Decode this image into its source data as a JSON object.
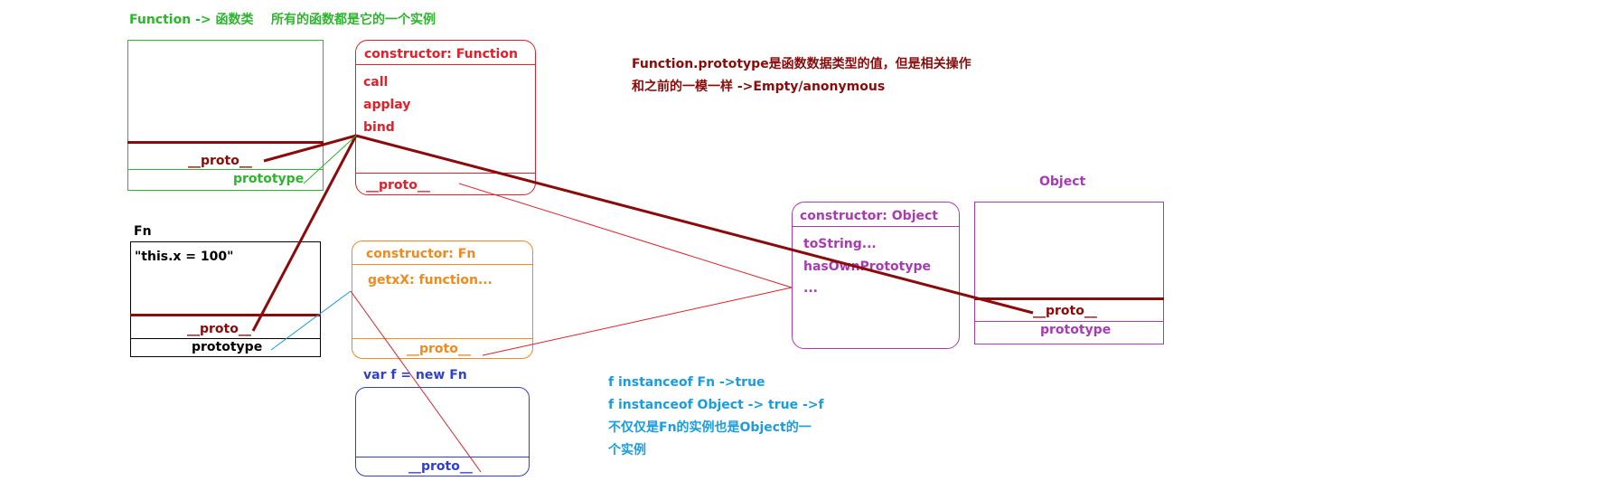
{
  "colors": {
    "green": "#2db52d",
    "darkred": "#8b0a0a",
    "red": "#e0202a",
    "orange": "#f08a1e",
    "blue": "#2f3fd1",
    "purple": "#a93ab4",
    "cyan": "#1a9de0",
    "black": "#000000"
  },
  "function_header": {
    "left": "Function -> 函数类",
    "right": "所有的函数都是它的一个实例"
  },
  "function_class_box": {
    "proto": "__proto__",
    "prototype": "prototype"
  },
  "function_prototype_box": {
    "constructor": "constructor:  Function",
    "methods": [
      "call",
      "applay",
      "bind"
    ],
    "proto": "__proto__"
  },
  "note_function_prototype": {
    "line1": "Function.prototype是函数数据类型的值，但是相关操作",
    "line2": "和之前的一模一样 ->Empty/anonymous"
  },
  "fn_box": {
    "title": "Fn",
    "body": "\"this.x = 100\"",
    "proto": "__proto__",
    "prototype": "prototype"
  },
  "fn_prototype_box": {
    "constructor": "constructor: Fn",
    "method": "getxX: function...",
    "proto": "__proto__"
  },
  "instance_box": {
    "title": "var f = new Fn",
    "proto": "__proto__"
  },
  "object_prototype_box": {
    "constructor": "constructor:  Object",
    "items": [
      "toString...",
      "hasOwnPrototype",
      "..."
    ]
  },
  "object_class_box": {
    "title": "Object",
    "proto": "__proto__",
    "prototype": "prototype"
  },
  "instanceof_note": {
    "lines": [
      "f instanceof Fn ->true",
      "f instanceof Object -> true ->f",
      "不仅仅是Fn的实例也是Object的一",
      "个实例"
    ]
  }
}
